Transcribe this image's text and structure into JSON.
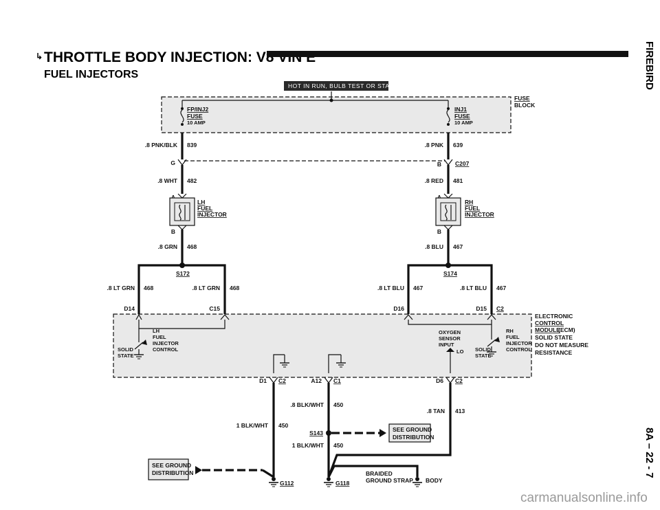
{
  "header": {
    "title": "THROTTLE BODY INJECTION: V8 VIN E",
    "subtitle": "FUEL INJECTORS",
    "side_model": "FIREBIRD",
    "page_number": "8A – 22 - 7"
  },
  "banner": "HOT IN RUN, BULB TEST OR START",
  "fuse_block": {
    "title_1": "FUSE",
    "title_2": "BLOCK",
    "fuse_left": {
      "name": "FP/INJ2",
      "type": "FUSE",
      "rating": "10 AMP"
    },
    "fuse_right": {
      "name": "INJ1",
      "type": "FUSE",
      "rating": "10 AMP"
    }
  },
  "wires": {
    "pnk_blk": ".8 PNK/BLK",
    "c839a": "839",
    "pnk": ".8 PNK",
    "c839b": "639",
    "wht": ".8 WHT",
    "c482": "482",
    "red": ".8 RED",
    "c481": "481",
    "grn": ".8 GRN",
    "c468a": "468",
    "blu": ".8 BLU",
    "c467a": "467",
    "ltgrn1": ".8 LT GRN",
    "c468b": "468",
    "ltgrn2": ".8 LT GRN",
    "c468c": "468",
    "ltblu1": ".8 LT BLU",
    "c467b": "467",
    "ltblu2": ".8 LT BLU",
    "c467c": "467",
    "blkwht1": ".8 BLK/WHT",
    "c450a": "450",
    "tan": ".8 TAN",
    "c413": "413",
    "blkwht2": "1 BLK/WHT",
    "c450b": "450",
    "blkwht3": "1 BLK/WHT",
    "c450c": "450"
  },
  "connectors": {
    "g_left": "G",
    "b_right": "B",
    "c207": "C207",
    "a_left": "A",
    "a_right": "A",
    "b_inj_left": "B",
    "b_inj_right": "B",
    "d14": "D14",
    "c15": "C15",
    "d16": "D16",
    "d15": "D15",
    "c2_top": "C2",
    "d1": "D1",
    "c2_a": "C2",
    "a12": "A12",
    "c1": "C1",
    "d6": "D6",
    "c2_b": "C2"
  },
  "splices": {
    "s172": "S172",
    "s174": "S174",
    "s143": "S143"
  },
  "injectors": {
    "left": {
      "l1": "LH",
      "l2": "FUEL",
      "l3": "INJECTOR"
    },
    "right": {
      "l1": "RH",
      "l2": "FUEL",
      "l3": "INJECTOR"
    }
  },
  "ecm": {
    "title_1": "ELECTRONIC",
    "title_2": "CONTROL",
    "title_3": "MODULE",
    "title_3b": "(ECM)",
    "note_1": "SOLID STATE",
    "note_2": "DO NOT MEASURE",
    "note_3": "RESISTANCE",
    "left_ctrl": {
      "l1": "LH",
      "l2": "FUEL",
      "l3": "INJECTOR",
      "l4": "CONTROL",
      "s1": "SOLID",
      "s2": "STATE"
    },
    "right_ctrl": {
      "l1": "RH",
      "l2": "FUEL",
      "l3": "INJECTOR",
      "l4": "CONTROL",
      "s1": "SOLID",
      "s2": "STATE"
    },
    "oxygen": {
      "l1": "OXYGEN",
      "l2": "SENSOR",
      "l3": "INPUT",
      "lo": "LO"
    }
  },
  "grounds": {
    "see_ground_1": "SEE GROUND",
    "distribution_1": "DISTRIBUTION",
    "see_ground_2": "SEE GROUND",
    "distribution_2": "DISTRIBUTION",
    "g112": "G112",
    "g118": "G118",
    "braided_1": "BRAIDED",
    "braided_2": "GROUND STRAP",
    "body": "BODY"
  },
  "watermark": "carmanualsonline.info"
}
